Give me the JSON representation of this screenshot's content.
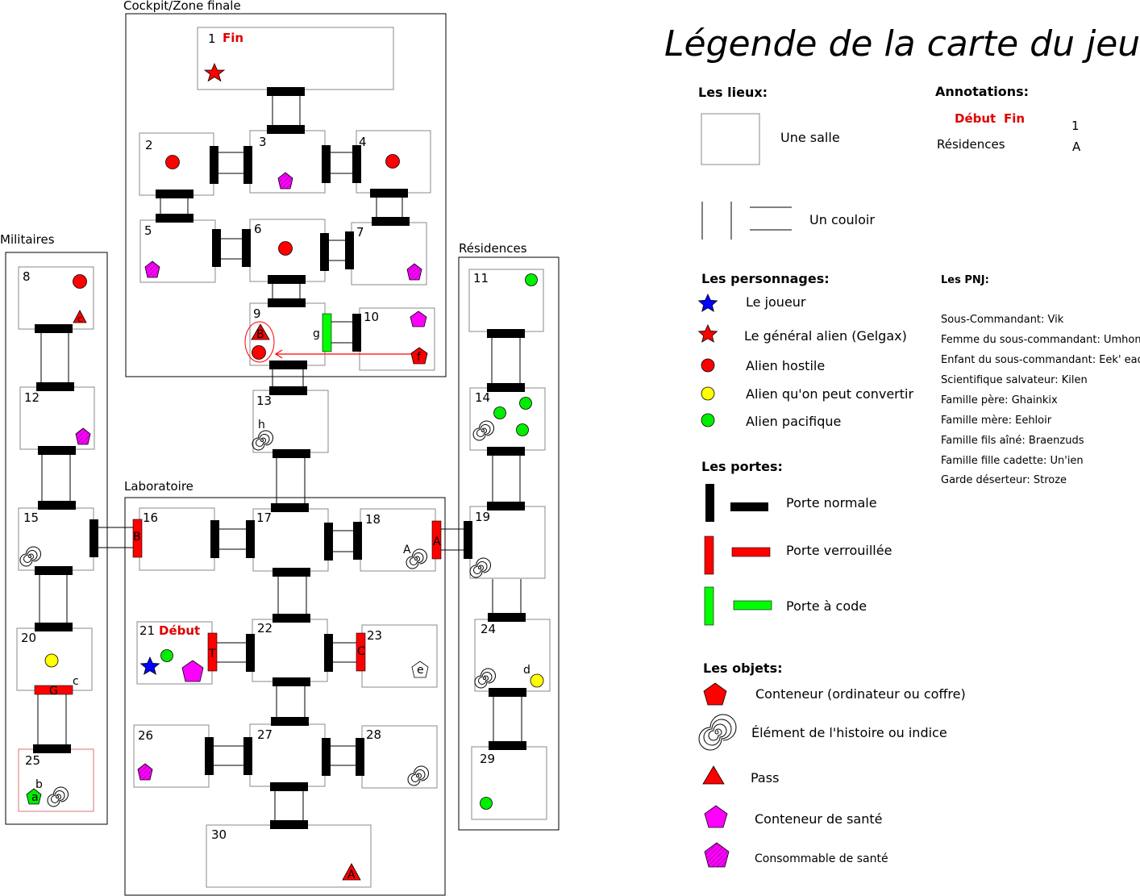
{
  "zones": {
    "cockpit": "Cockpit/Zone finale",
    "militaires": "Militaires",
    "residences": "Résidences",
    "laboratoire": "Laboratoire"
  },
  "rooms": [
    "1",
    "2",
    "3",
    "4",
    "5",
    "6",
    "7",
    "8",
    "9",
    "10",
    "11",
    "12",
    "13",
    "14",
    "15",
    "16",
    "17",
    "18",
    "19",
    "20",
    "21",
    "22",
    "23",
    "24",
    "25",
    "26",
    "27",
    "28",
    "29",
    "30"
  ],
  "map_labels": {
    "fin": "Fin",
    "debut": "Début",
    "g": "g",
    "h": "h",
    "a_upper": "A",
    "c": "c",
    "d": "d",
    "b": "b",
    "e": "e",
    "f": "f",
    "door_B": "B",
    "door_A": "A",
    "door_T": "T",
    "door_C": "C",
    "door_G": "G",
    "pass_B": "B",
    "pass_A": "A",
    "cont_a": "a",
    "pass_c": "c"
  },
  "legend": {
    "title": "Légende de la carte du jeu",
    "lieux": {
      "header": "Les lieux:",
      "salle": "Une salle",
      "couloir": "Un couloir"
    },
    "annotations": {
      "header": "Annotations:",
      "debut": "Début",
      "fin": "Fin",
      "num": "1",
      "residences": "Résidences",
      "letter": "A"
    },
    "personnages": {
      "header": "Les personnages:",
      "items": [
        "Le joueur",
        "Le général alien (Gelgax)",
        "Alien hostile",
        "Alien qu'on peut convertir",
        "Alien pacifique"
      ]
    },
    "portes": {
      "header": "Les portes:",
      "items": [
        "Porte normale",
        "Porte verrouillée",
        "Porte à code"
      ]
    },
    "objets": {
      "header": "Les objets:",
      "items": [
        "Conteneur (ordinateur ou coffre)",
        "Élément de l'histoire ou indice",
        "Pass",
        "Conteneur de santé",
        "Consommable de santé"
      ]
    },
    "pnj": {
      "header": "Les PNJ:",
      "items": [
        "Sous-Commandant:  Vik",
        "Femme du sous-commandant: Umhon",
        "Enfant du sous-commandant: Eek' eads",
        "Scientifique salvateur: Kilen",
        "Famille  père: Ghainkix",
        "Famille mère: Eehloir",
        "Famille fils aîné: Braenzuds",
        "Famille fille cadette: Un'ien",
        "Garde déserteur: Stroze"
      ]
    }
  },
  "colors": {
    "hostile": "#ff0000",
    "convertible": "#ffff00",
    "peaceful": "#00ee00",
    "player": "#0000ff",
    "health": "#ff00ff",
    "locked_door": "#ff0000",
    "code_door": "#00ff00"
  }
}
